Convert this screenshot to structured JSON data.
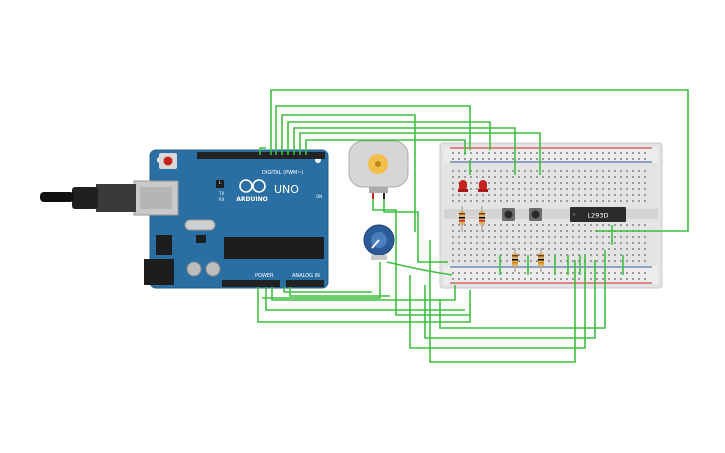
{
  "arduino": {
    "brand": "ARDUINO",
    "model": "UNO",
    "digital_label": "DIGITAL (PWM~)",
    "power_label": "POWER",
    "analog_label": "ANALOG IN",
    "led_l": "L",
    "led_tx": "TX",
    "led_rx": "RX",
    "on_label": "ON"
  },
  "chip": {
    "label": "L293D"
  },
  "colors": {
    "wire": "#3fbf3f",
    "board": "#2a6fa3",
    "breadboard": "#e4e4e4",
    "led": "#c8221e",
    "motor_body": "#d6d6d6",
    "pot": "#2c5b9a"
  }
}
